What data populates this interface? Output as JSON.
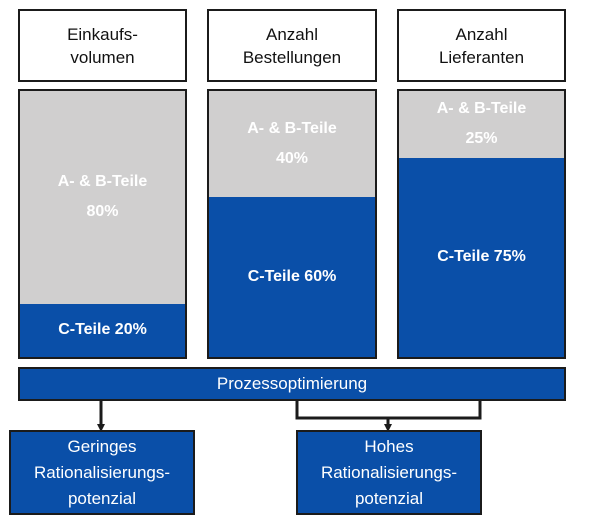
{
  "columns": [
    {
      "header": "Einkaufs-\nvolumen",
      "ab_label": "A- & B-Teile\n80%",
      "c_label": "C-Teile 20%",
      "ab_share": 0.8,
      "c_share": 0.2
    },
    {
      "header": "Anzahl\nBestellungen",
      "ab_label": "A- & B-Teile\n40%",
      "c_label": "C-Teile 60%",
      "ab_share": 0.4,
      "c_share": 0.6
    },
    {
      "header": "Anzahl\nLieferanten",
      "ab_label": "A- & B-Teile\n25%",
      "c_label": "C-Teile 75%",
      "ab_share": 0.25,
      "c_share": 0.75
    }
  ],
  "process_bar": "Prozessoptimierung",
  "results": [
    "Geringes\nRationalisierungs-\npotenzial",
    "Hohes\nRationalisierungs-\npotenzial"
  ],
  "colors": {
    "blue": "#0a4fa8",
    "gray": "#d0cfcf",
    "border": "#1b1b1b"
  }
}
